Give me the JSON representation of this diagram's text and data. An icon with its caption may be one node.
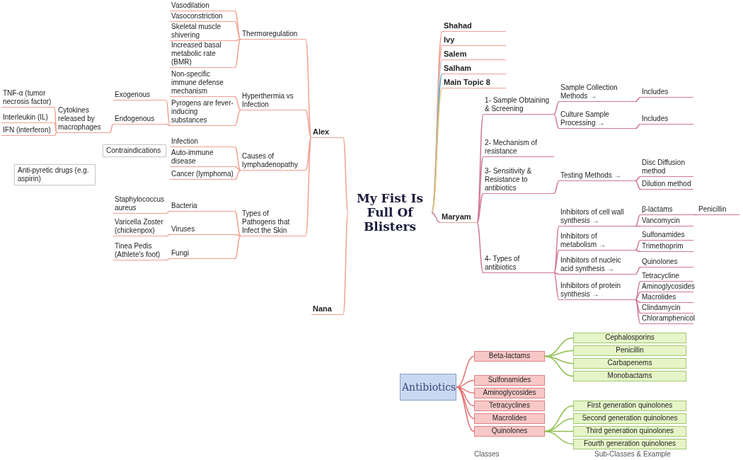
{
  "diagram": {
    "nodes": [
      {
        "text": [
          "My Fist Is Full Of Blisters"
        ]
      },
      {
        "text": [
          "Alex"
        ]
      },
      {
        "text": [
          "Nana"
        ]
      },
      {
        "text": [
          "Shahad"
        ]
      },
      {
        "text": [
          "Ivy"
        ]
      },
      {
        "text": [
          "Salem"
        ]
      },
      {
        "text": [
          "Salham"
        ]
      },
      {
        "text": [
          "Main Topic 8"
        ]
      },
      {
        "text": [
          "Maryam"
        ]
      },
      {
        "text": [
          "Thermoregulation"
        ]
      },
      {
        "text": [
          "Hyperthermia vs Infection"
        ]
      },
      {
        "text": [
          "Causes of lymphadenopathy"
        ]
      },
      {
        "text": [
          "Types of Pathogens that Infect the Skin"
        ]
      },
      {
        "text": [
          "Vasodilation"
        ]
      },
      {
        "text": [
          "Vasoconstriction"
        ]
      },
      {
        "text": [
          "Skeletal muscle shivering"
        ]
      },
      {
        "text": [
          "Increased basal metabolic rate (BMR)"
        ]
      },
      {
        "text": [
          "Non-specific immune defense mechanism"
        ]
      },
      {
        "text": [
          "Pyrogens are fever-inducing substances"
        ]
      },
      {
        "text": [
          "Exogenous"
        ]
      },
      {
        "text": [
          "Endogenous"
        ]
      },
      {
        "text": [
          "Cytokines released by macrophages"
        ]
      },
      {
        "text": [
          "TNF-α (tumor necrosis factor)"
        ]
      },
      {
        "text": [
          "Interleukin (IL)"
        ]
      },
      {
        "text": [
          "IFN (interferon)"
        ]
      },
      {
        "text": [
          "Infection"
        ]
      },
      {
        "text": [
          "Auto-immune disease"
        ]
      },
      {
        "text": [
          "Cancer (lymphoma)"
        ]
      },
      {
        "text": [
          "Contraindications"
        ]
      },
      {
        "text": [
          "Anti-pyretic drugs (e.g. aspirin)"
        ]
      },
      {
        "text": [
          "Bacteria"
        ]
      },
      {
        "text": [
          "Viruses"
        ]
      },
      {
        "text": [
          "Fungi"
        ]
      },
      {
        "text": [
          "Staphylococcus aureus"
        ]
      },
      {
        "text": [
          "Varicella Zoster (chickenpox)"
        ]
      },
      {
        "text": [
          "Tinea Pedis (Athlete's foot)"
        ]
      },
      {
        "text": [
          "1- Sample Obtaining & Screening"
        ]
      },
      {
        "text": [
          "2- Mechanism of resistance"
        ]
      },
      {
        "text": [
          "3- Sensitivity & Resistance to antibiotics"
        ]
      },
      {
        "text": [
          "4- Types of antibiotics"
        ]
      },
      {
        "text": [
          "Sample Collection Methods →"
        ]
      },
      {
        "text": [
          "Culture Sample Processing →"
        ]
      },
      {
        "text": [
          "Includes"
        ]
      },
      {
        "text": [
          "Includes"
        ]
      },
      {
        "text": [
          "Testing Methods →"
        ]
      },
      {
        "text": [
          "Disc Diffusion method"
        ]
      },
      {
        "text": [
          "Dilution method"
        ]
      },
      {
        "text": [
          "Inhibitors of cell wall synthesis →"
        ]
      },
      {
        "text": [
          "Inhibitors of metabolism →"
        ]
      },
      {
        "text": [
          "Inhibitors of nucleic acid synthesis →"
        ]
      },
      {
        "text": [
          "Inhibitors of protein synthesis →"
        ]
      },
      {
        "text": [
          "β-lactams"
        ]
      },
      {
        "text": [
          "Vancomycin"
        ]
      },
      {
        "text": [
          "Penicillin"
        ]
      },
      {
        "text": [
          "Sulfonamides"
        ]
      },
      {
        "text": [
          "Trimethoprim"
        ]
      },
      {
        "text": [
          "Quinolones"
        ]
      },
      {
        "text": [
          "Tetracycline"
        ]
      },
      {
        "text": [
          "Aminoglycosides"
        ]
      },
      {
        "text": [
          "Macrolides"
        ]
      },
      {
        "text": [
          "Clindamycin"
        ]
      },
      {
        "text": [
          "Chloramphenicol"
        ]
      },
      {
        "text": [
          "Antibiotics"
        ]
      },
      {
        "text": [
          "Beta-lactams"
        ]
      },
      {
        "text": [
          "Sulfonamides"
        ]
      },
      {
        "text": [
          "Aminoglycosides"
        ]
      },
      {
        "text": [
          "Tetracyclines"
        ]
      },
      {
        "text": [
          "Macrolides"
        ]
      },
      {
        "text": [
          "Quinolones"
        ]
      },
      {
        "text": [
          "Cephalosporins"
        ]
      },
      {
        "text": [
          "Penicillin"
        ]
      },
      {
        "text": [
          "Carbapenems"
        ]
      },
      {
        "text": [
          "Monobactams"
        ]
      },
      {
        "text": [
          "First generation quinolones"
        ]
      },
      {
        "text": [
          "Second generation quinolones"
        ]
      },
      {
        "text": [
          "Third generation quinolones"
        ]
      },
      {
        "text": [
          "Fourth generation quinolones"
        ]
      }
    ],
    "edges": [
      {
        "from": 0,
        "to": 1,
        "arrow": "none"
      },
      {
        "from": 0,
        "to": 2,
        "arrow": "none"
      },
      {
        "from": 0,
        "to": 3,
        "arrow": "none"
      },
      {
        "from": 0,
        "to": 4,
        "arrow": "none"
      },
      {
        "from": 0,
        "to": 5,
        "arrow": "none",
        "color": "#c8c8d0"
      },
      {
        "from": 0,
        "to": 6,
        "arrow": "none",
        "color": "#4aa8c0"
      },
      {
        "from": 0,
        "to": 7,
        "arrow": "none",
        "color": "#f5c070"
      },
      {
        "from": 0,
        "to": 8,
        "arrow": "none",
        "color": "#d07898"
      },
      {
        "from": 1,
        "to": 9,
        "arrow": "none"
      },
      {
        "from": 1,
        "to": 10,
        "arrow": "none"
      },
      {
        "from": 1,
        "to": 11,
        "arrow": "none"
      },
      {
        "from": 1,
        "to": 12,
        "arrow": "none"
      },
      {
        "from": 9,
        "to": 13,
        "arrow": "none"
      },
      {
        "from": 9,
        "to": 14,
        "arrow": "none"
      },
      {
        "from": 9,
        "to": 15,
        "arrow": "none"
      },
      {
        "from": 9,
        "to": 16,
        "arrow": "none"
      },
      {
        "from": 10,
        "to": 17,
        "arrow": "none"
      },
      {
        "from": 10,
        "to": 18,
        "arrow": "none"
      },
      {
        "from": 18,
        "to": 19,
        "arrow": "none"
      },
      {
        "from": 18,
        "to": 20,
        "arrow": "none"
      },
      {
        "from": 20,
        "to": 21,
        "arrow": "none"
      },
      {
        "from": 21,
        "to": 22,
        "arrow": "none"
      },
      {
        "from": 21,
        "to": 23,
        "arrow": "none"
      },
      {
        "from": 21,
        "to": 24,
        "arrow": "none"
      },
      {
        "from": 11,
        "to": 25,
        "arrow": "none"
      },
      {
        "from": 11,
        "to": 26,
        "arrow": "none"
      },
      {
        "from": 11,
        "to": 27,
        "arrow": "none"
      },
      {
        "from": 12,
        "to": 30,
        "arrow": "none"
      },
      {
        "from": 12,
        "to": 31,
        "arrow": "none"
      },
      {
        "from": 12,
        "to": 32,
        "arrow": "none"
      },
      {
        "from": 30,
        "to": 33,
        "arrow": "none"
      },
      {
        "from": 31,
        "to": 34,
        "arrow": "none"
      },
      {
        "from": 32,
        "to": 35,
        "arrow": "none"
      },
      {
        "from": 8,
        "to": 36,
        "arrow": "none",
        "color": "#d07898"
      },
      {
        "from": 8,
        "to": 37,
        "arrow": "none",
        "color": "#d07898"
      },
      {
        "from": 8,
        "to": 38,
        "arrow": "none",
        "color": "#d07898"
      },
      {
        "from": 8,
        "to": 39,
        "arrow": "none",
        "color": "#d07898"
      },
      {
        "from": 36,
        "to": 40,
        "arrow": "none",
        "color": "#d07898"
      },
      {
        "from": 36,
        "to": 41,
        "arrow": "none",
        "color": "#d07898"
      },
      {
        "from": 40,
        "to": 42,
        "arrow": "none",
        "color": "#d07898"
      },
      {
        "from": 41,
        "to": 43,
        "arrow": "none",
        "color": "#d07898"
      },
      {
        "from": 38,
        "to": 44,
        "arrow": "none",
        "color": "#d07898"
      },
      {
        "from": 44,
        "to": 45,
        "arrow": "none",
        "color": "#d07898"
      },
      {
        "from": 44,
        "to": 46,
        "arrow": "none",
        "color": "#d07898"
      },
      {
        "from": 39,
        "to": 47,
        "arrow": "none",
        "color": "#d07898"
      },
      {
        "from": 39,
        "to": 48,
        "arrow": "none",
        "color": "#d07898"
      },
      {
        "from": 39,
        "to": 49,
        "arrow": "none",
        "color": "#d07898"
      },
      {
        "from": 39,
        "to": 50,
        "arrow": "none",
        "color": "#d07898"
      },
      {
        "from": 47,
        "to": 51,
        "arrow": "none",
        "color": "#d07898"
      },
      {
        "from": 47,
        "to": 52,
        "arrow": "none",
        "color": "#d07898"
      },
      {
        "from": 51,
        "to": 53,
        "arrow": "none",
        "color": "#d07898"
      },
      {
        "from": 48,
        "to": 54,
        "arrow": "none",
        "color": "#d07898"
      },
      {
        "from": 48,
        "to": 55,
        "arrow": "none",
        "color": "#d07898"
      },
      {
        "from": 49,
        "to": 56,
        "arrow": "none",
        "color": "#d07898"
      },
      {
        "from": 50,
        "to": 57,
        "arrow": "none",
        "color": "#d07898"
      },
      {
        "from": 50,
        "to": 58,
        "arrow": "none",
        "color": "#d07898"
      },
      {
        "from": 50,
        "to": 59,
        "arrow": "none",
        "color": "#d07898"
      },
      {
        "from": 50,
        "to": 60,
        "arrow": "none",
        "color": "#d07898"
      },
      {
        "from": 50,
        "to": 61,
        "arrow": "none",
        "color": "#d07898"
      },
      {
        "from": 62,
        "to": 63,
        "arrow": "none",
        "color": "#e07070"
      },
      {
        "from": 62,
        "to": 64,
        "arrow": "none",
        "color": "#e07070"
      },
      {
        "from": 62,
        "to": 65,
        "arrow": "none",
        "color": "#e07070"
      },
      {
        "from": 62,
        "to": 66,
        "arrow": "none",
        "color": "#e07070"
      },
      {
        "from": 62,
        "to": 67,
        "arrow": "none",
        "color": "#e07070"
      },
      {
        "from": 62,
        "to": 68,
        "arrow": "none",
        "color": "#e07070"
      },
      {
        "from": 63,
        "to": 69,
        "arrow": "none",
        "color": "#90c050"
      },
      {
        "from": 63,
        "to": 70,
        "arrow": "none",
        "color": "#90c050"
      },
      {
        "from": 63,
        "to": 71,
        "arrow": "none",
        "color": "#90c050"
      },
      {
        "from": 63,
        "to": 72,
        "arrow": "none",
        "color": "#90c050"
      },
      {
        "from": 68,
        "to": 73,
        "arrow": "none",
        "color": "#90c050"
      },
      {
        "from": 68,
        "to": 74,
        "arrow": "none",
        "color": "#90c050"
      },
      {
        "from": 68,
        "to": 75,
        "arrow": "none",
        "color": "#90c050"
      },
      {
        "from": 68,
        "to": 76,
        "arrow": "none",
        "color": "#90c050"
      }
    ],
    "labels": [
      "Classes",
      "Sub-Classes & Example"
    ]
  }
}
